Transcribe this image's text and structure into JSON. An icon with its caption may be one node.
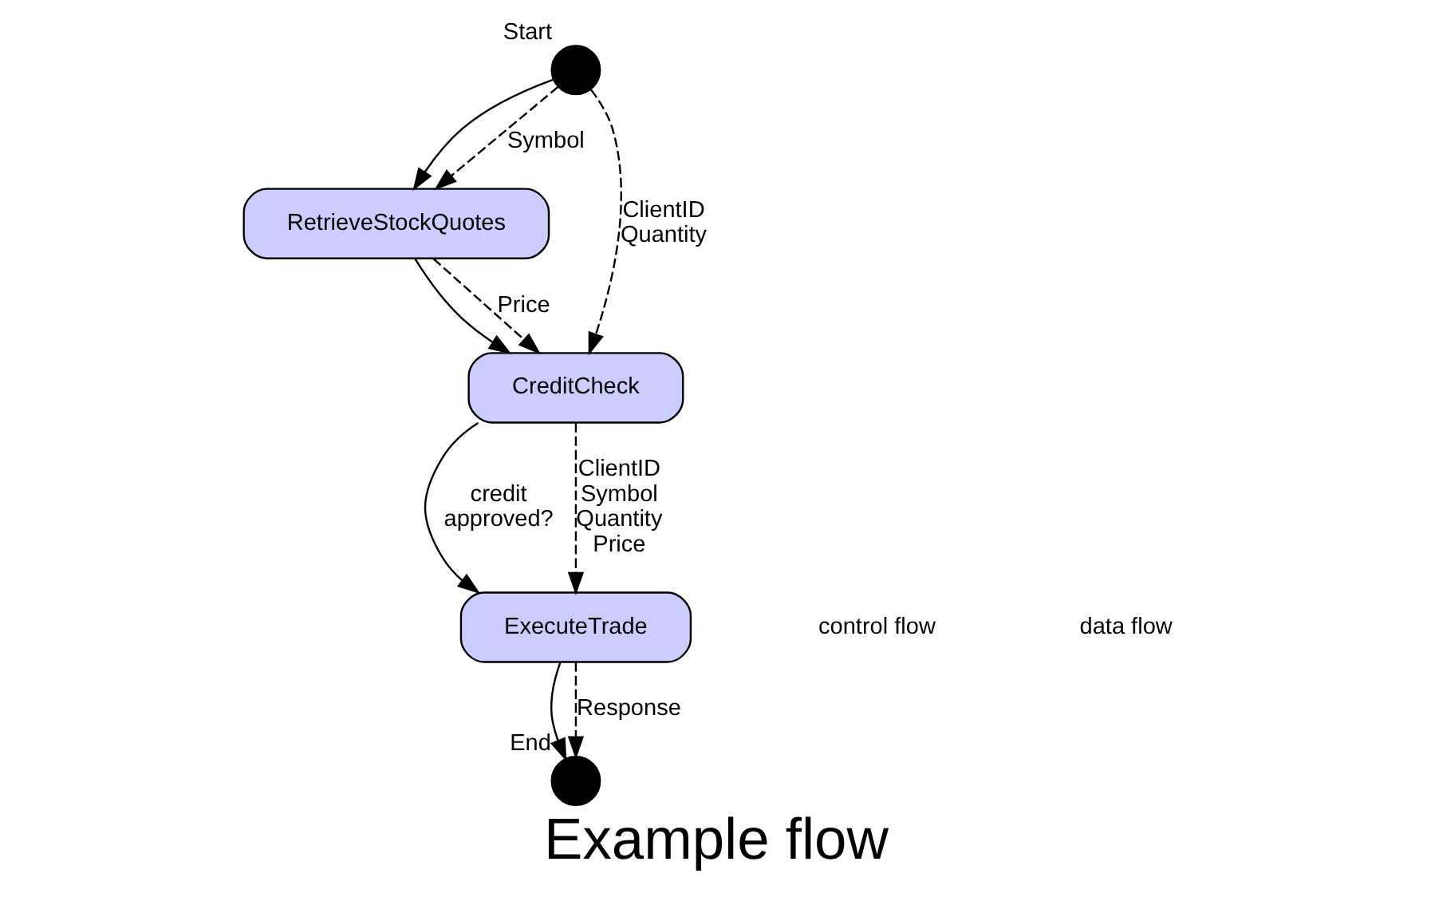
{
  "diagram": {
    "title": "Example flow",
    "nodes": [
      {
        "text": [],
        "shape": "circle",
        "beside": [
          "Start"
        ]
      },
      {
        "text": [
          "RetrieveStockQuotes"
        ]
      },
      {
        "text": [
          "CreditCheck"
        ]
      },
      {
        "text": [
          "ExecuteTrade"
        ]
      },
      {
        "text": [],
        "shape": "circle",
        "beside": [
          "End"
        ]
      }
    ],
    "edges": [
      {
        "from": 0,
        "to": 1,
        "arrow": "to"
      },
      {
        "from": 0,
        "to": 1,
        "arrow": "to",
        "style": "dashed",
        "label": "Symbol"
      },
      {
        "from": 0,
        "to": 2,
        "arrow": "to",
        "style": "dashed",
        "label": "ClientID Quantity"
      },
      {
        "from": 1,
        "to": 2,
        "arrow": "to"
      },
      {
        "from": 1,
        "to": 2,
        "arrow": "to",
        "style": "dashed",
        "label": "Price"
      },
      {
        "from": 2,
        "to": 3,
        "arrow": "to",
        "label": "credit approved?"
      },
      {
        "from": 2,
        "to": 3,
        "arrow": "to",
        "style": "dashed",
        "label": "ClientID Symbol Quantity Price"
      },
      {
        "from": 3,
        "to": 4,
        "arrow": "to"
      },
      {
        "from": 3,
        "to": 4,
        "arrow": "to",
        "style": "dashed",
        "label": "Response"
      }
    ],
    "legend": [
      {
        "text": "control flow"
      },
      {
        "text": "data flow"
      }
    ]
  }
}
